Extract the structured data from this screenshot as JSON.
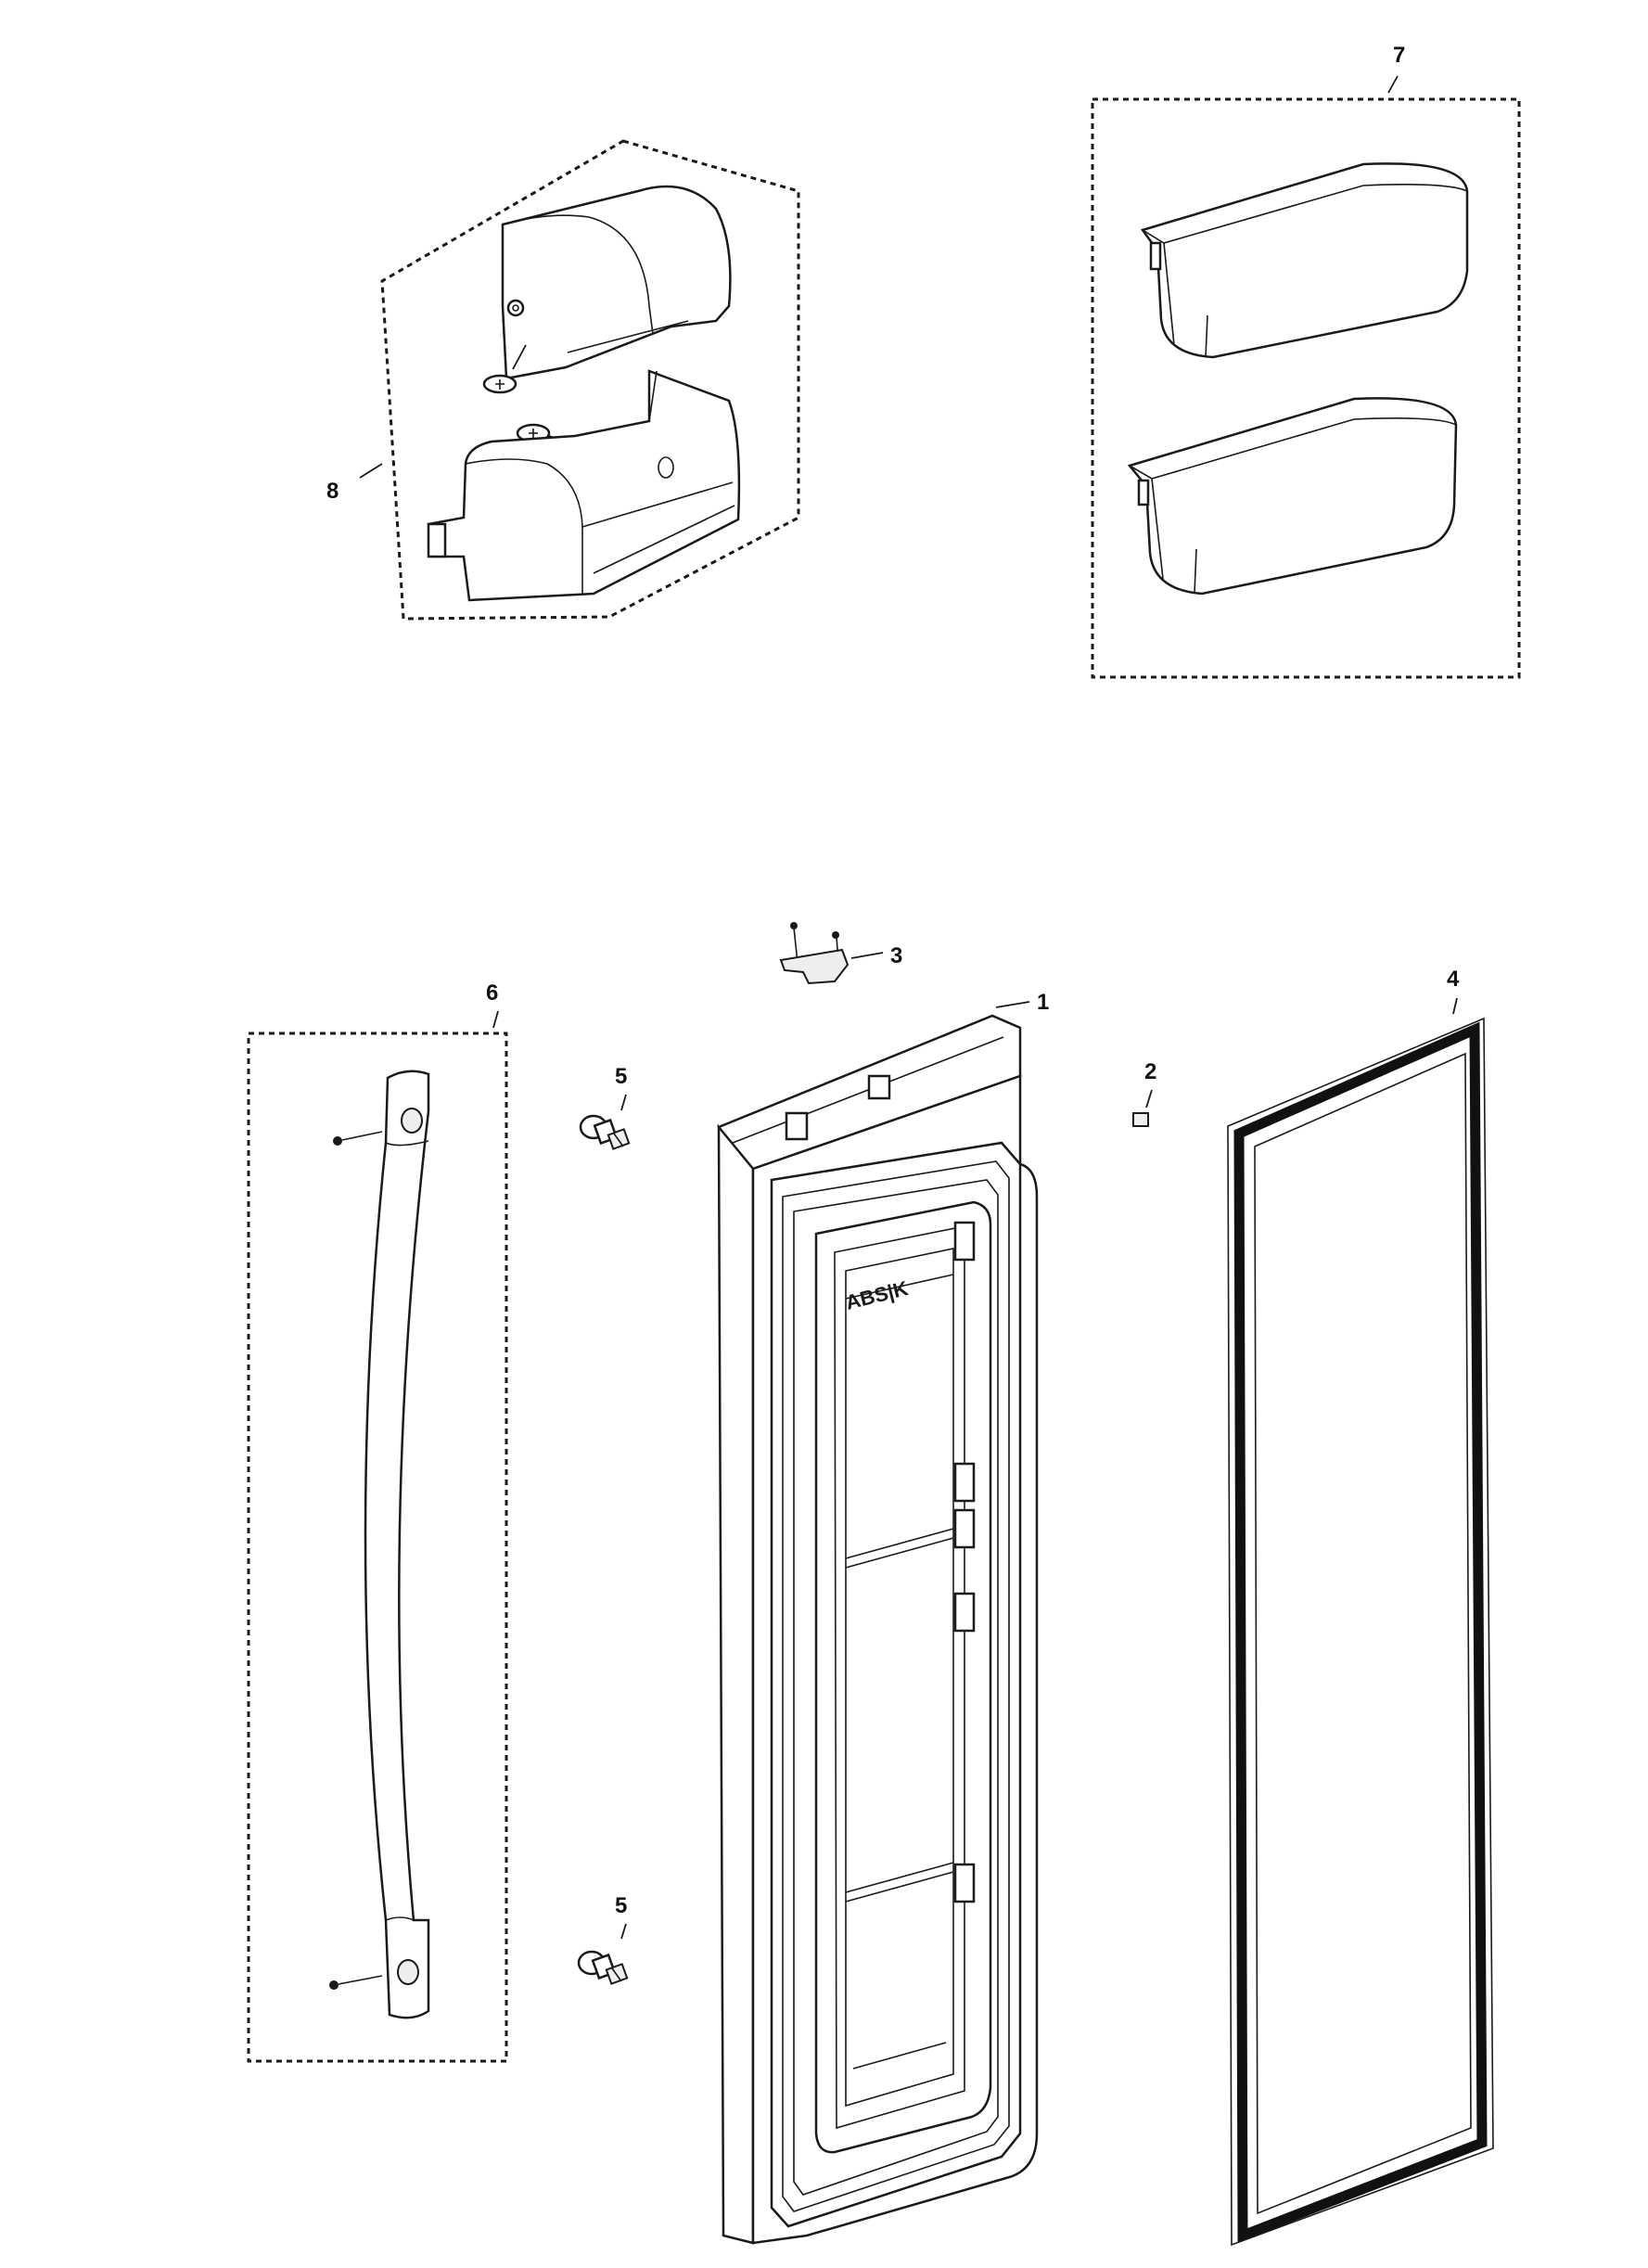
{
  "diagram": {
    "callouts": {
      "c1": "1",
      "c2": "2",
      "c3": "3",
      "c4": "4",
      "c5a": "5",
      "c5b": "5",
      "c6": "6",
      "c7": "7",
      "c8": "8"
    },
    "door_marking": "ABS|K"
  },
  "parts": [
    {
      "id": "door-liner-assembly",
      "callout": "1",
      "icon": "door-liner-icon"
    },
    {
      "id": "stopper",
      "callout": "2",
      "icon": "stopper-icon"
    },
    {
      "id": "hinge-cover-bracket",
      "callout": "3",
      "icon": "bracket-icon"
    },
    {
      "id": "door-gasket",
      "callout": "4",
      "icon": "gasket-icon"
    },
    {
      "id": "handle-mount-stud",
      "callout": "5",
      "icon": "stud-icon"
    },
    {
      "id": "door-handle-assembly",
      "callout": "6",
      "icon": "handle-icon"
    },
    {
      "id": "door-bins",
      "callout": "7",
      "icon": "bin-icon"
    },
    {
      "id": "dairy-bin-assembly",
      "callout": "8",
      "icon": "dairy-bin-icon"
    }
  ]
}
